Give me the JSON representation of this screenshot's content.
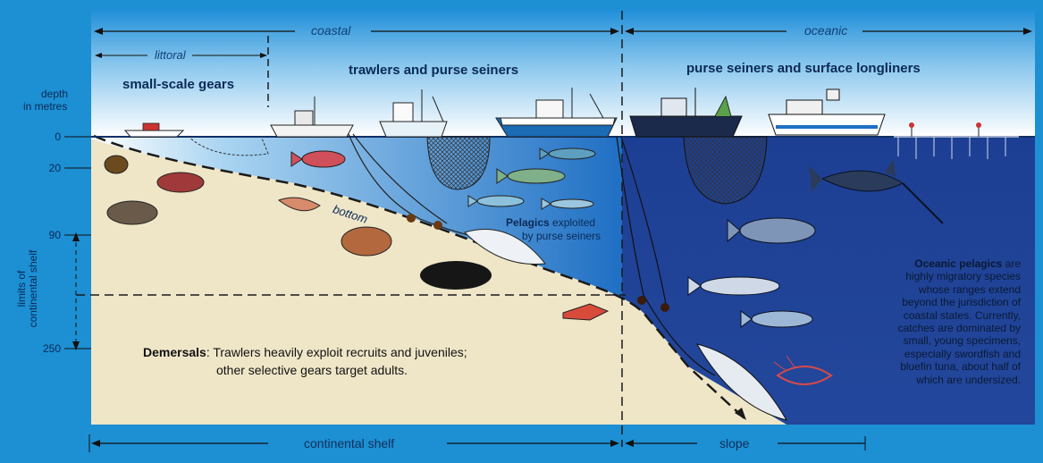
{
  "header": {
    "coastal": "coastal",
    "oceanic": "oceanic",
    "littoral": "littoral"
  },
  "gears": {
    "small_scale": "small-scale gears",
    "trawlers": "trawlers and purse seiners",
    "oceanic": "purse seiners and surface longliners"
  },
  "left_axis": {
    "depth_label_1": "depth",
    "depth_label_2": "in metres",
    "ticks": [
      "0",
      "20",
      "90",
      "250"
    ],
    "shelf_limits_1": "limits of",
    "shelf_limits_2": "continental shelf"
  },
  "bottom_label": "bottom",
  "pelagics": {
    "bold": "Pelagics",
    "line1_rest": " exploited",
    "line2": "by purse seiners"
  },
  "demersals": {
    "bold": "Demersals",
    "line1_rest": ": Trawlers heavily exploit recruits and juveniles;",
    "line2": "other selective gears target adults."
  },
  "oceanic_pelagics": {
    "bold": "Oceanic pelagics",
    "lines": [
      " are",
      "highly migratory species",
      "whose ranges extend",
      "beyond the jurisdiction of",
      "coastal states. Currently,",
      "catches are dominated by",
      "small, young specimens,",
      "especially swordfish and",
      "bluefin tuna, about half of",
      "which are undersized."
    ]
  },
  "footer": {
    "continental_shelf": "continental shelf",
    "slope": "slope"
  },
  "colors": {
    "sky_top": "#2b9ad9",
    "sky_bottom": "#ffffff",
    "coastal_water": "#2f7fcf",
    "ocean_water": "#1e3f8f",
    "seabed": "#efe6c8"
  }
}
